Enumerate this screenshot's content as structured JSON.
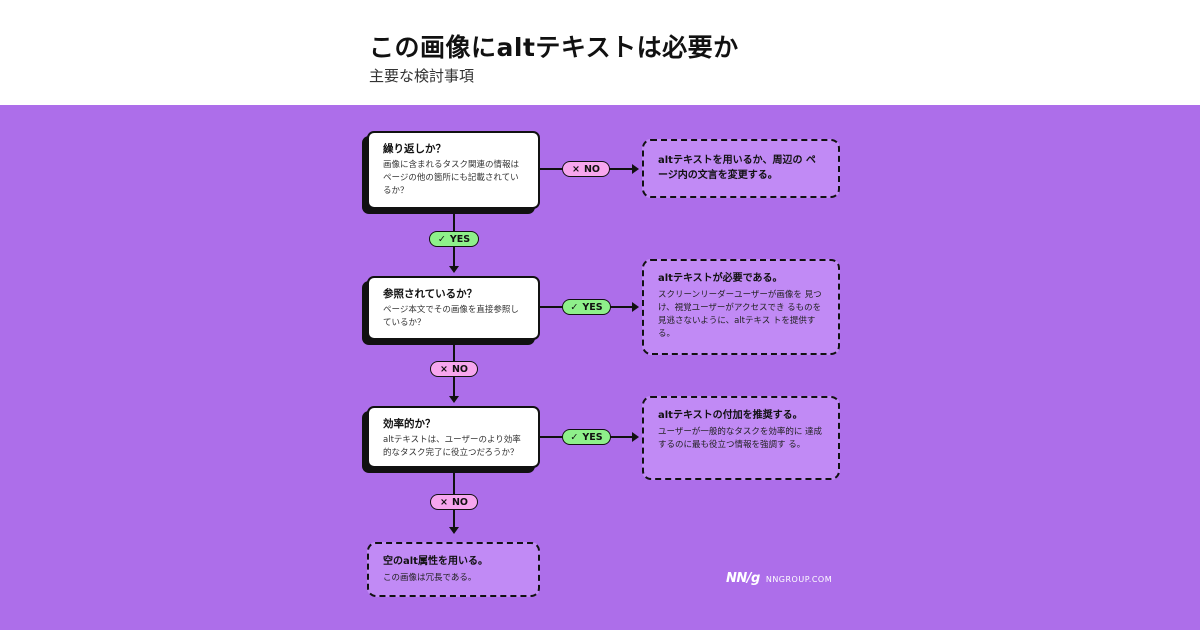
{
  "header": {
    "title": "この画像にaltテキストは必要か",
    "subtitle": "主要な検討事項"
  },
  "questions": [
    {
      "heading": "繰り返しか？",
      "body": "画像に含まれるタスク関連の情報は ページの他の箇所にも記載されてい るか？"
    },
    {
      "heading": "参照されているか？",
      "body": "ページ本文でその画像を直接参照し ているか？"
    },
    {
      "heading": "効率的か？",
      "body": "altテキストは、ユーザーのより効率 的なタスク完了に役立つだろうか？"
    }
  ],
  "results": [
    {
      "heading": "altテキストを用いるか、周辺の ページ内の文言を変更する。",
      "body": ""
    },
    {
      "heading": "altテキストが必要である。",
      "body": "スクリーンリーダーユーザーが画像を 見つけ、視覚ユーザーがアクセスでき るものを見逃さないように、altテキス トを提供する。"
    },
    {
      "heading": "altテキストの付加を推奨する。",
      "body": "ユーザーが一般的なタスクを効率的に 達成するのに最も役立つ情報を強調す る。"
    },
    {
      "heading": "空のalt属性を用いる。",
      "body": "この画像は冗長である。"
    }
  ],
  "labels": {
    "no": "NO",
    "yes": "YES",
    "no_icon": "×",
    "yes_icon": "✓"
  },
  "logo": {
    "mark": "NN/g",
    "url": "NNGROUP.COM"
  },
  "colors": {
    "background": "#ad6eea",
    "result_fill": "#c18af5",
    "no_pill": "#f7a6ee",
    "yes_pill": "#8ef08a"
  }
}
